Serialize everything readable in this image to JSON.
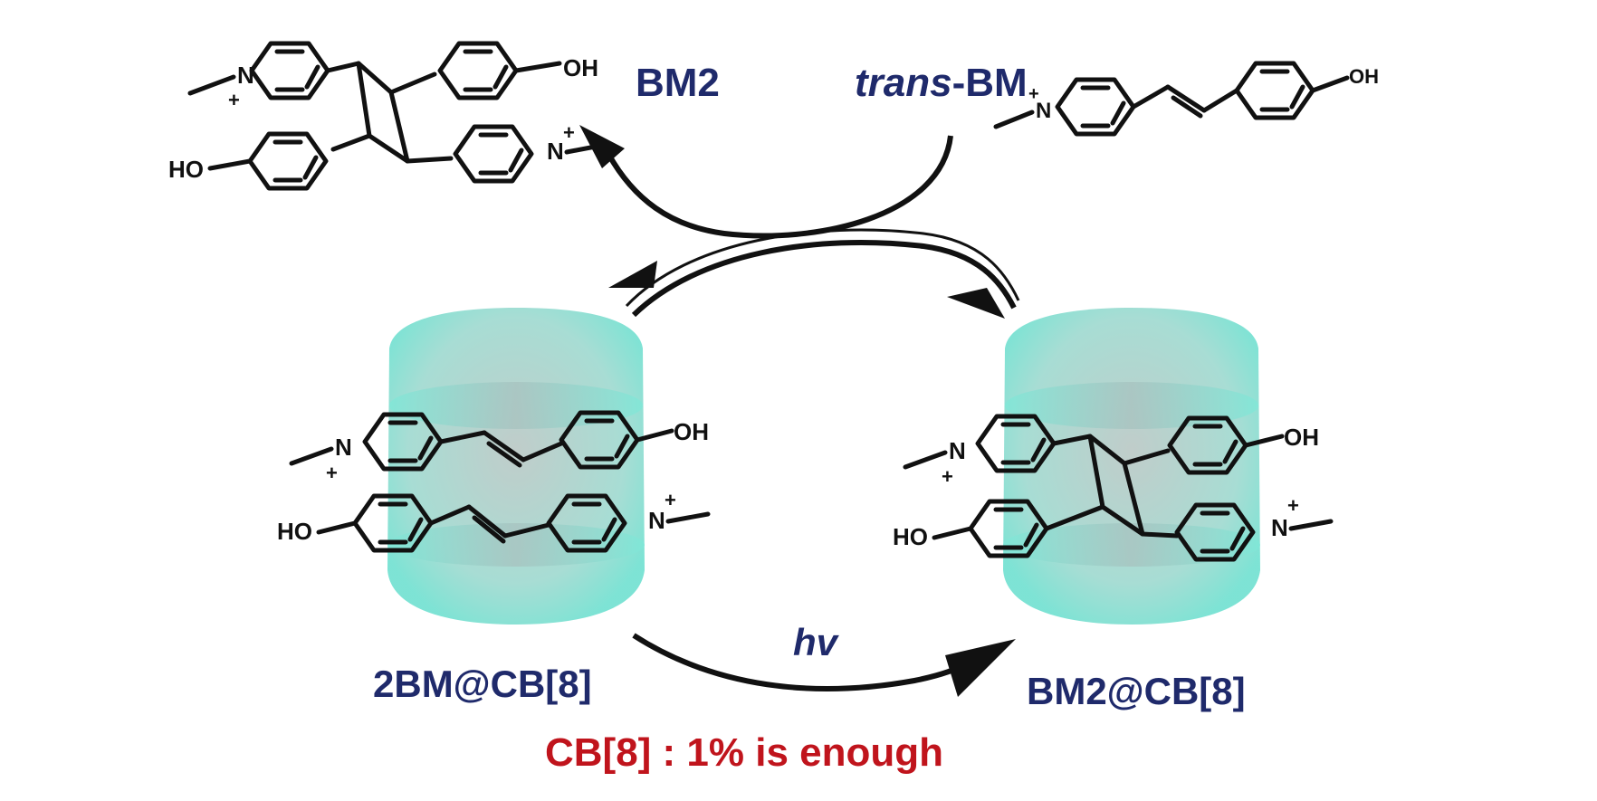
{
  "labels": {
    "bm2": "BM2",
    "trans_prefix": "trans",
    "trans_suffix": "-BM",
    "hv": "hv",
    "complex_left": "2BM@CB[8]",
    "complex_right": "BM2@CB[8]",
    "note": "CB[8] : 1% is enough"
  },
  "atoms": {
    "n": "N",
    "plus": "+",
    "oh": "OH",
    "ho": "HO"
  },
  "colors": {
    "label_blue": "#1f2a6b",
    "note_red": "#c0141c",
    "cb8_teal": "#7fe3d4",
    "bond_black": "#111111"
  }
}
